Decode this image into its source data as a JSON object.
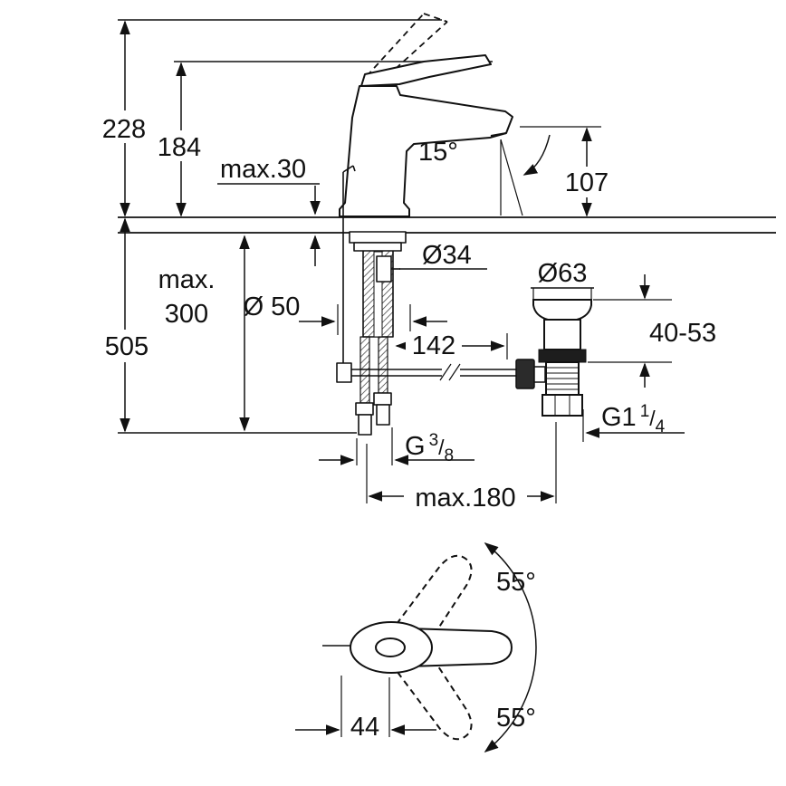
{
  "colors": {
    "line": "#111111",
    "background": "#ffffff",
    "fill_dark": "#1d1d1d"
  },
  "dimensions": {
    "overall_height": "228",
    "height_to_spout_top": "184",
    "deck_thickness": "max.30",
    "spray_angle": "15°",
    "spout_outlet_height": "107",
    "mounting_hole_diameter": "Ø34",
    "max_mounting_depth_line1": "max.",
    "max_mounting_depth_line2": "300",
    "base_diameter": "Ø 50",
    "spout_reach": "142",
    "waste_flange_diameter": "Ø63",
    "waste_deck_thickness_range": "40-53",
    "total_depth_below": "505",
    "waste_thread_label": "G1",
    "waste_thread_numerator": "1",
    "waste_thread_denominator": "4",
    "supply_thread_label": "G",
    "supply_thread_numerator": "3",
    "supply_thread_denominator": "8",
    "fraction_slash": "/",
    "max_hose_spread": "max.180",
    "handle_swivel_upper": "55°",
    "handle_swivel_lower": "55°",
    "handle_offset": "44"
  }
}
